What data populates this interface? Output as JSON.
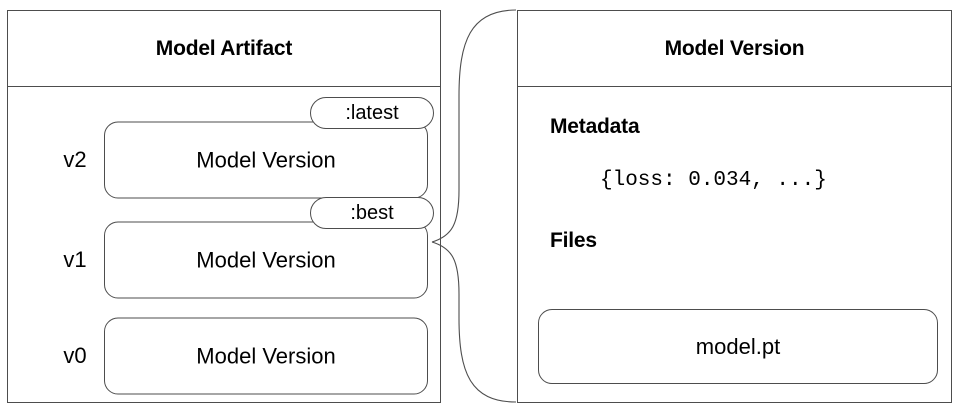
{
  "artifact_panel": {
    "title": "Model Artifact",
    "versions": [
      {
        "label": "v2",
        "box_label": "Model Version",
        "tag": ":latest"
      },
      {
        "label": "v1",
        "box_label": "Model Version",
        "tag": ":best"
      },
      {
        "label": "v0",
        "box_label": "Model Version",
        "tag": null
      }
    ]
  },
  "version_panel": {
    "title": "Model Version",
    "metadata": {
      "heading": "Metadata",
      "value": "{loss: 0.034, ...}"
    },
    "files": {
      "heading": "Files",
      "items": [
        {
          "name": "model.pt"
        }
      ]
    }
  },
  "connector": {
    "name": "brace-connector",
    "from": "v1",
    "to": "Model Version panel"
  },
  "colors": {
    "stroke": "#4d4d4d",
    "text": "#000000",
    "background": "#ffffff"
  }
}
